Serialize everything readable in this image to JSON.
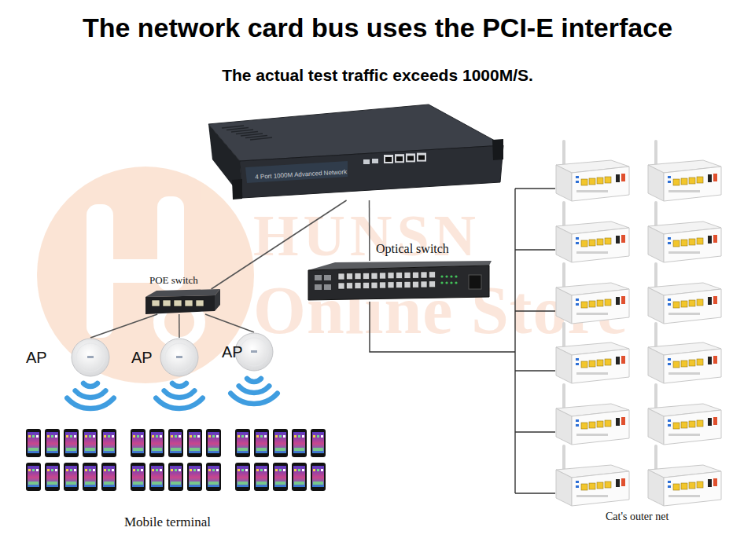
{
  "diagram": {
    "title": "The network card bus uses the PCI-E interface",
    "nodes": [
      {
        "text": [
          "4 Port 1000M Advanced Network"
        ]
      },
      {
        "text": [
          "POE switch"
        ]
      },
      {
        "text": [
          "Optical switch"
        ]
      },
      {
        "text": [
          "AP"
        ]
      },
      {
        "text": [
          "AP"
        ]
      },
      {
        "text": [
          "AP"
        ]
      }
    ],
    "edges": [
      {
        "from": 0,
        "to": 1,
        "arrow": "none"
      },
      {
        "from": 0,
        "to": 2,
        "arrow": "none"
      },
      {
        "from": 1,
        "to": 3,
        "arrow": "none"
      },
      {
        "from": 1,
        "to": 4,
        "arrow": "none"
      },
      {
        "from": 1,
        "to": 5,
        "arrow": "none"
      }
    ],
    "labels": [
      "The actual test traffic exceeds 1000M/S.",
      "HUNSN",
      "Online Store",
      "Mobile terminal",
      "Cat's outer net"
    ]
  }
}
